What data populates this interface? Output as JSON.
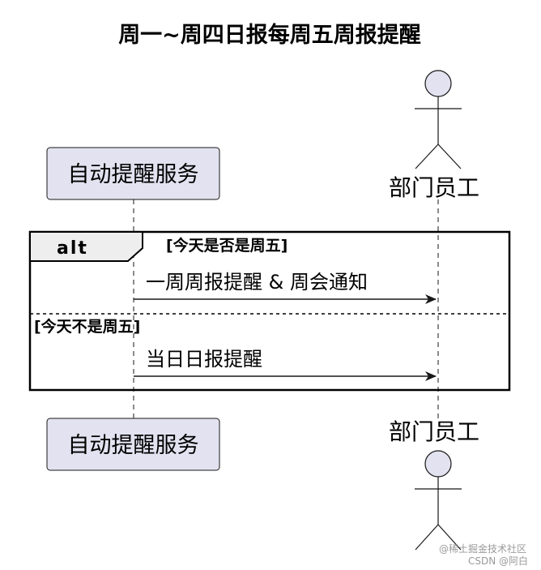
{
  "title": "周一~周四日报每周五周报提醒",
  "participants": {
    "service": "自动提醒服务",
    "staff": "部门员工"
  },
  "alt": {
    "keyword": "alt",
    "guard_if": "[今天是否是周五]",
    "guard_else": "[今天不是周五]"
  },
  "messages": {
    "friday": "一周周报提醒 & 周会通知",
    "weekday": "当日日报提醒"
  },
  "watermark": {
    "line1": "@稀土掘金技术社区",
    "line2": "CSDN @阿白"
  },
  "colors": {
    "participant_fill": "#e2e2f0",
    "participant_stroke": "#181818",
    "line": "#181818",
    "alt_header_fill": "#eeeeee"
  }
}
